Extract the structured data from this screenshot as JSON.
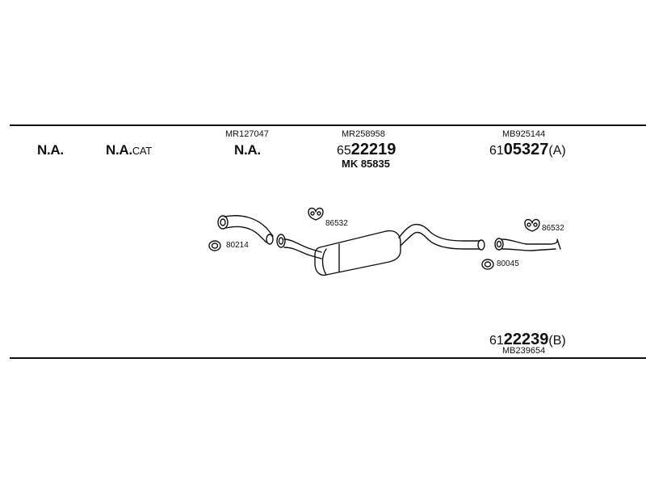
{
  "columns": {
    "col1": {
      "label": "N.A."
    },
    "col2": {
      "label": "N.A.",
      "suffix": "CAT"
    },
    "col3": {
      "ref": "MR127047",
      "label": "N.A."
    },
    "col4": {
      "ref": "MR258958",
      "part_prefix": "65",
      "part_main": "22219",
      "alt": "MK 85835"
    },
    "col5": {
      "ref": "MB925144",
      "part_prefix": "61",
      "part_main": "05327",
      "part_suffix": "(A)"
    }
  },
  "callouts": {
    "gasket_front": "80214",
    "hanger_mid": "86532",
    "hanger_rear": "86532",
    "gasket_rear": "80045"
  },
  "bottom_part": {
    "part_prefix": "61",
    "part_main": "22239",
    "part_suffix": "(B)",
    "ref": "MB239654"
  }
}
